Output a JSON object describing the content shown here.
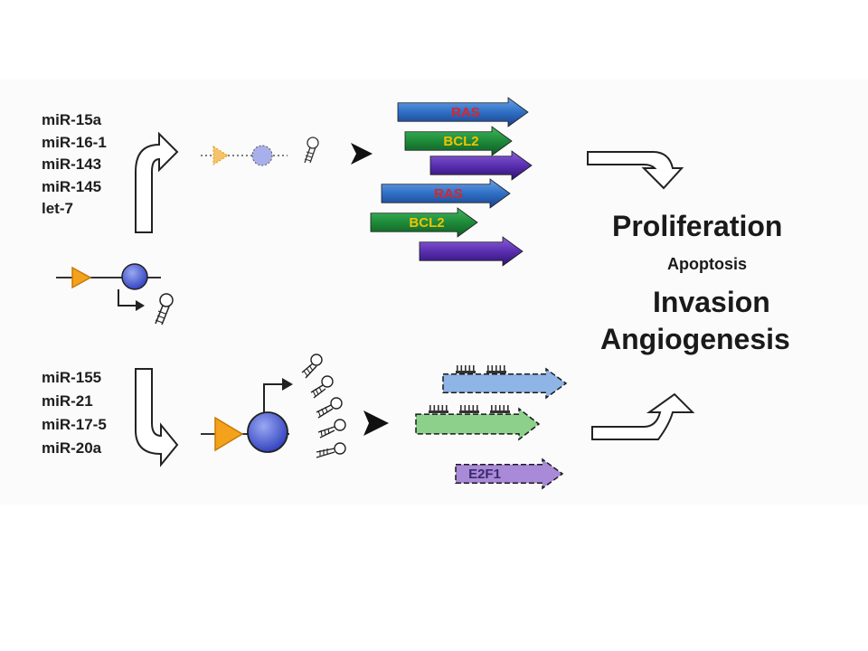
{
  "mirna_groups": {
    "tumor_suppressors": [
      "miR-15a",
      "miR-16-1",
      "miR-143",
      "miR-145",
      "let-7"
    ],
    "oncomirs": [
      "miR-155",
      "miR-21",
      "miR-17-5",
      "miR-20a"
    ]
  },
  "target_genes": {
    "upper": [
      {
        "label": "RAS",
        "label_color": "#d8262b",
        "color": "#2f6fc4"
      },
      {
        "label": "BCL2",
        "label_color": "#f2c200",
        "color": "#1e8a3a"
      },
      {
        "label": "",
        "label_color": "",
        "color": "#5a2fb0"
      },
      {
        "label": "RAS",
        "label_color": "#d8262b",
        "color": "#2f6fc4"
      },
      {
        "label": "BCL2",
        "label_color": "#f2c200",
        "color": "#1e8a3a"
      },
      {
        "label": "",
        "label_color": "",
        "color": "#5a2fb0"
      }
    ],
    "lower": [
      {
        "label": "",
        "color": "#8fb4e6"
      },
      {
        "label": "",
        "color": "#8cd08c"
      },
      {
        "label": "E2F1",
        "color": "#a98ad8"
      }
    ]
  },
  "outcomes": {
    "proliferation": "Proliferation",
    "apoptosis": "Apoptosis",
    "invasion": "Invasion",
    "angiogenesis": "Angiogenesis"
  },
  "colors": {
    "promoter": "#f4a21c",
    "gene_circle": "#4a5fd0",
    "gene_circle_faint": "#a7b0ea"
  }
}
